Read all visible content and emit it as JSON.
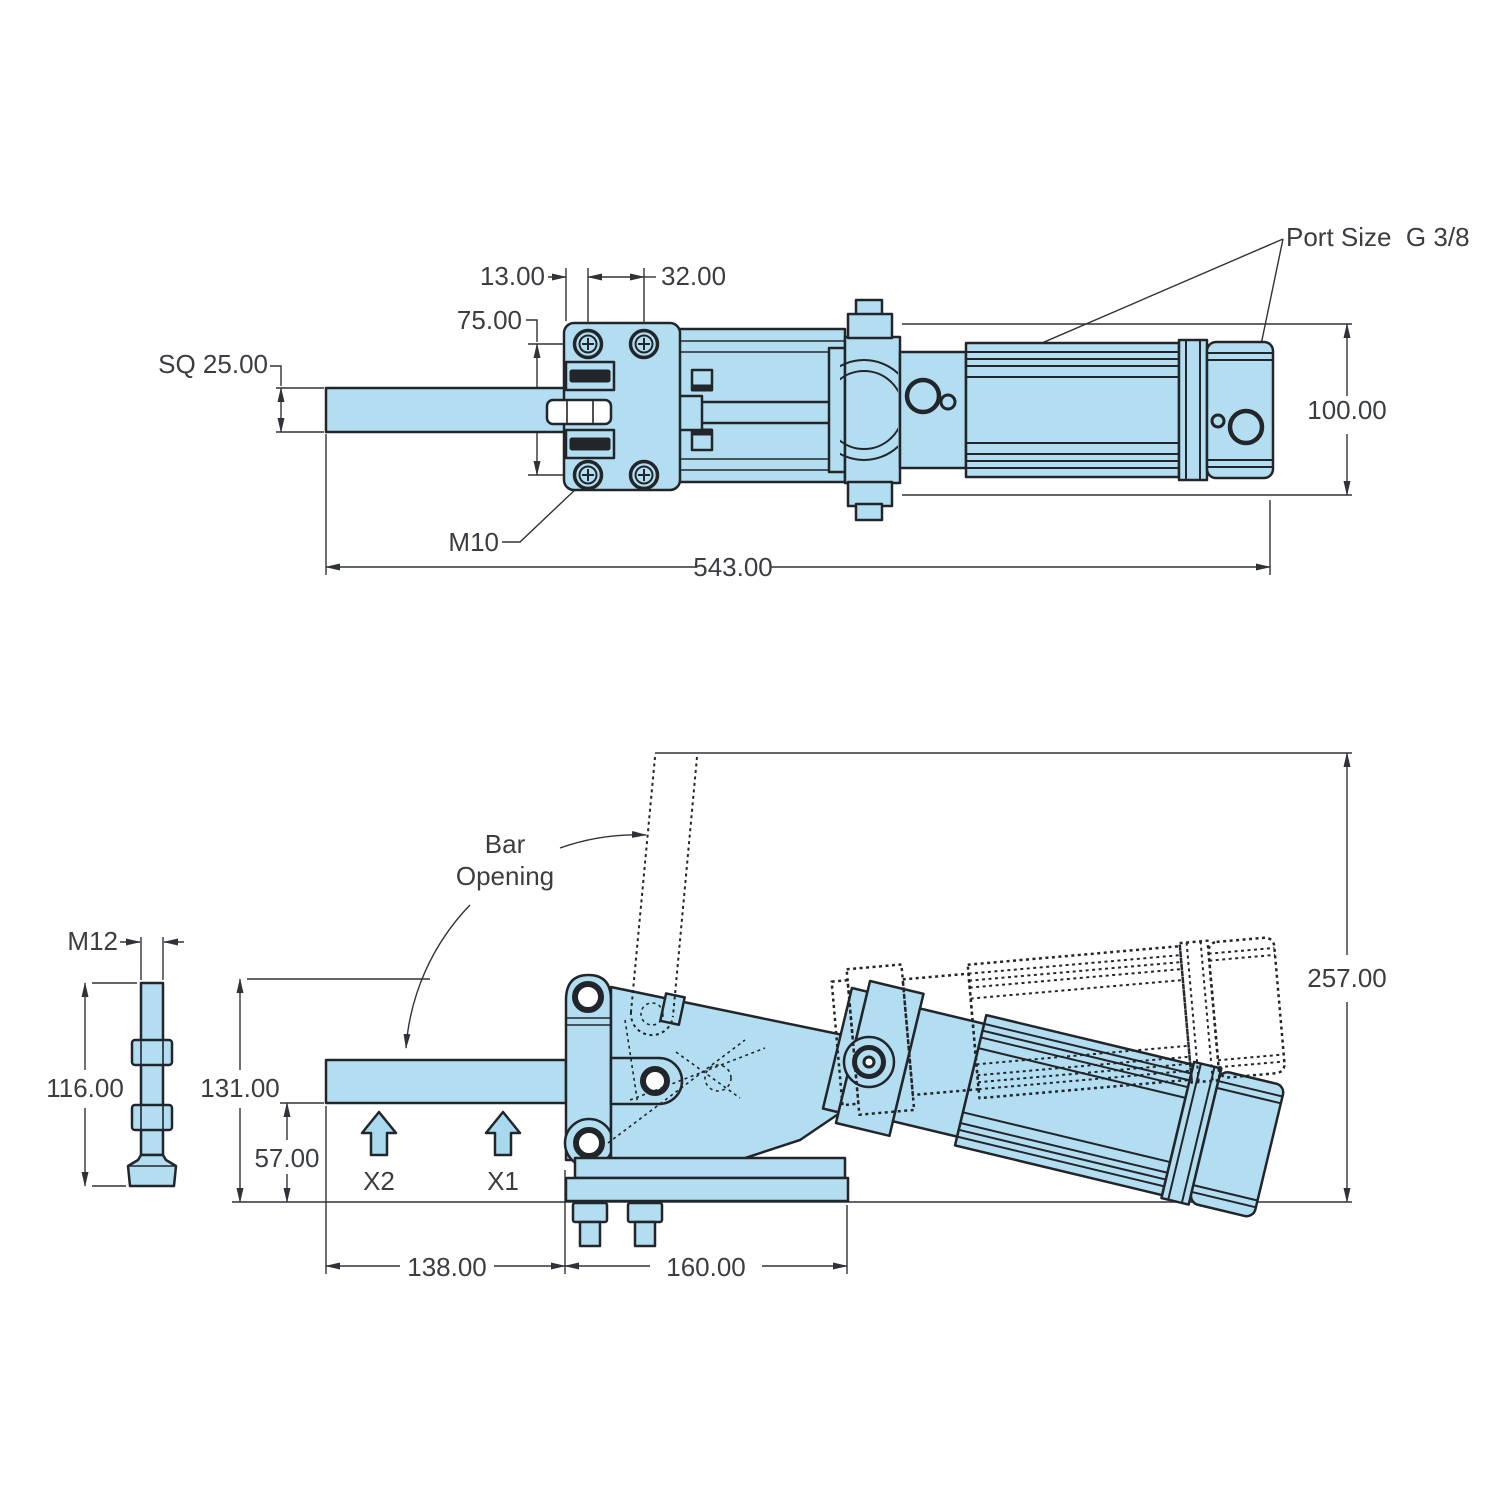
{
  "drawing_type": "2-view dimensioned technical drawing of a pneumatic toggle clamp",
  "colors": {
    "part_fill": "#b3ddf0",
    "outline": "#22262a",
    "dim_line": "#2f3338",
    "text": "#3a3e42",
    "arrow_fill": "#a9d9ef"
  },
  "top_view": {
    "dims": {
      "d13": "13.00",
      "d32": "32.00",
      "d75": "75.00",
      "sq25": "SQ 25.00",
      "m10": "M10",
      "d543": "543.00",
      "d100": "100.00",
      "port": "Port Size  G 3/8"
    }
  },
  "bottom_view": {
    "dims": {
      "m12": "M12",
      "d116": "116.00",
      "d131": "131.00",
      "d57": "57.00",
      "d138": "138.00",
      "d160": "160.00",
      "d257": "257.00"
    },
    "labels": {
      "bar_opening_1": "Bar",
      "bar_opening_2": "Opening",
      "x2": "X2",
      "x1": "X1"
    }
  }
}
